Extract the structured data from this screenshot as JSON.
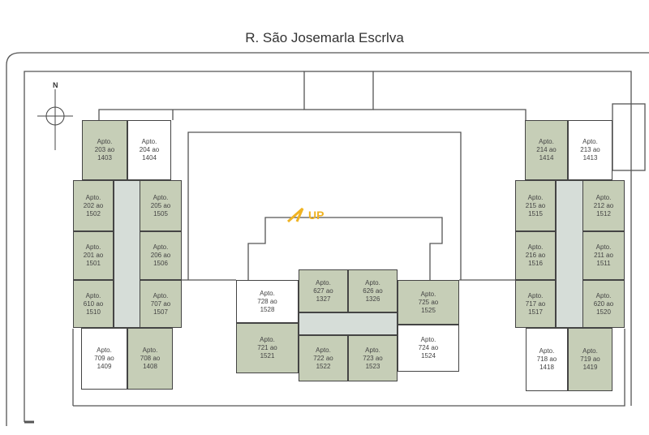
{
  "street_label": "R. São Josemarla Escrlva",
  "compass_label": "N",
  "logo_text": "UP",
  "colors": {
    "unit_green": "#c6ceb7",
    "corridor": "#d6ddd8",
    "logo": "#f0b323"
  },
  "units": [
    {
      "id": "u203",
      "l1": "Apto.",
      "l2": "203 ao",
      "l3": "1403"
    },
    {
      "id": "u204",
      "l1": "Apto.",
      "l2": "204 ao",
      "l3": "1404"
    },
    {
      "id": "u202",
      "l1": "Apto.",
      "l2": "202 ao",
      "l3": "1502"
    },
    {
      "id": "u205",
      "l1": "Apto.",
      "l2": "205 ao",
      "l3": "1505"
    },
    {
      "id": "u201",
      "l1": "Apto.",
      "l2": "201 ao",
      "l3": "1501"
    },
    {
      "id": "u206",
      "l1": "Apto.",
      "l2": "206 ao",
      "l3": "1506"
    },
    {
      "id": "u610",
      "l1": "Apto.",
      "l2": "610 ao",
      "l3": "1510"
    },
    {
      "id": "u707",
      "l1": "Apto.",
      "l2": "707 ao",
      "l3": "1507"
    },
    {
      "id": "u709",
      "l1": "Apto.",
      "l2": "709 ao",
      "l3": "1409"
    },
    {
      "id": "u708",
      "l1": "Apto.",
      "l2": "708 ao",
      "l3": "1408"
    },
    {
      "id": "u728",
      "l1": "Apto.",
      "l2": "728 ao",
      "l3": "1528"
    },
    {
      "id": "u627",
      "l1": "Apto.",
      "l2": "627 ao",
      "l3": "1327"
    },
    {
      "id": "u626",
      "l1": "Apto.",
      "l2": "626 ao",
      "l3": "1326"
    },
    {
      "id": "u725",
      "l1": "Apto.",
      "l2": "725 ao",
      "l3": "1525"
    },
    {
      "id": "u721",
      "l1": "Apto.",
      "l2": "721 ao",
      "l3": "1521"
    },
    {
      "id": "u722",
      "l1": "Apto.",
      "l2": "722 ao",
      "l3": "1522"
    },
    {
      "id": "u723",
      "l1": "Apto.",
      "l2": "723 ao",
      "l3": "1523"
    },
    {
      "id": "u724",
      "l1": "Apto.",
      "l2": "724 ao",
      "l3": "1524"
    },
    {
      "id": "u214",
      "l1": "Apto.",
      "l2": "214 ao",
      "l3": "1414"
    },
    {
      "id": "u213",
      "l1": "Apto.",
      "l2": "213 ao",
      "l3": "1413"
    },
    {
      "id": "u215",
      "l1": "Apto.",
      "l2": "215 ao",
      "l3": "1515"
    },
    {
      "id": "u212",
      "l1": "Apto.",
      "l2": "212 ao",
      "l3": "1512"
    },
    {
      "id": "u216",
      "l1": "Apto.",
      "l2": "216 ao",
      "l3": "1516"
    },
    {
      "id": "u211",
      "l1": "Apto.",
      "l2": "211 ao",
      "l3": "1511"
    },
    {
      "id": "u717",
      "l1": "Apto.",
      "l2": "717 ao",
      "l3": "1517"
    },
    {
      "id": "u620",
      "l1": "Apto.",
      "l2": "620 ao",
      "l3": "1520"
    },
    {
      "id": "u718",
      "l1": "Apto.",
      "l2": "718 ao",
      "l3": "1418"
    },
    {
      "id": "u719",
      "l1": "Apto.",
      "l2": "719 ao",
      "l3": "1419"
    }
  ]
}
